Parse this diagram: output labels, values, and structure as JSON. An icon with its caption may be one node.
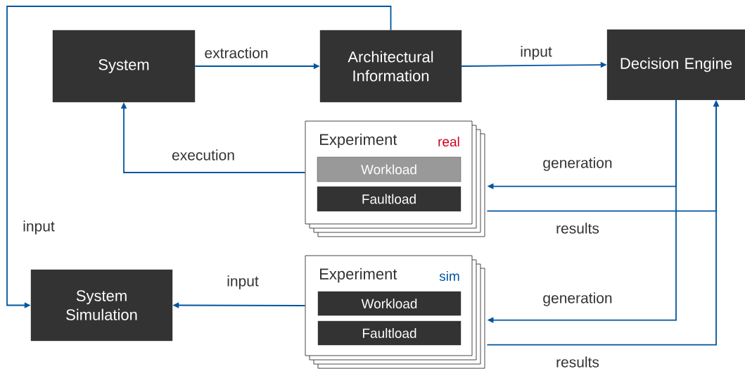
{
  "diagram": {
    "nodes": [
      {
        "text": [
          "System"
        ]
      },
      {
        "text": [
          "Architectural Information"
        ]
      },
      {
        "text": [
          "Decision Engine"
        ]
      },
      {
        "text": [
          "Experiment",
          "real"
        ]
      },
      {
        "text": [
          "Workload"
        ],
        "in": 3
      },
      {
        "text": [
          "Faultload"
        ],
        "in": 3
      },
      {
        "text": [
          "System Simulation"
        ]
      },
      {
        "text": [
          "Experiment",
          "sim"
        ]
      },
      {
        "text": [
          "Workload"
        ],
        "in": 7
      },
      {
        "text": [
          "Faultload"
        ],
        "in": 7
      }
    ],
    "edges": [
      {
        "from": 0,
        "to": 1,
        "arrow": "to",
        "label": "extraction"
      },
      {
        "from": 1,
        "to": 2,
        "arrow": "to",
        "label": "input"
      },
      {
        "from": 3,
        "to": 0,
        "arrow": "to",
        "label": "execution"
      },
      {
        "from": 1,
        "to": 6,
        "arrow": "to",
        "label": "input"
      },
      {
        "from": 2,
        "to": 3,
        "arrow": "to",
        "label": "generation"
      },
      {
        "from": 2,
        "to": 7,
        "arrow": "to",
        "label": "generation"
      },
      {
        "from": 3,
        "to": 2,
        "arrow": "to",
        "label": "results"
      },
      {
        "from": 7,
        "to": 2,
        "arrow": "to",
        "label": "results"
      },
      {
        "from": 7,
        "to": 6,
        "arrow": "to",
        "label": "input"
      }
    ]
  }
}
